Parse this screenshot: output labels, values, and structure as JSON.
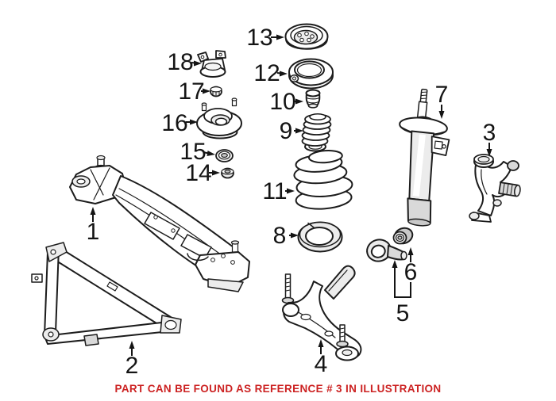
{
  "illustration": {
    "type": "suspension-parts-exploded-diagram",
    "background": "#ffffff",
    "line_color": "#1c1c1c",
    "callouts": [
      {
        "number": "1"
      },
      {
        "number": "2"
      },
      {
        "number": "3"
      },
      {
        "number": "4"
      },
      {
        "number": "5"
      },
      {
        "number": "6"
      },
      {
        "number": "7"
      },
      {
        "number": "8"
      },
      {
        "number": "9"
      },
      {
        "number": "10"
      },
      {
        "number": "11"
      },
      {
        "number": "12"
      },
      {
        "number": "13"
      },
      {
        "number": "14"
      },
      {
        "number": "15"
      },
      {
        "number": "16"
      },
      {
        "number": "17"
      },
      {
        "number": "18"
      }
    ]
  },
  "caption": {
    "text": "PART CAN BE FOUND AS REFERENCE # 3 IN ILLUSTRATION",
    "color": "#cc2222"
  }
}
